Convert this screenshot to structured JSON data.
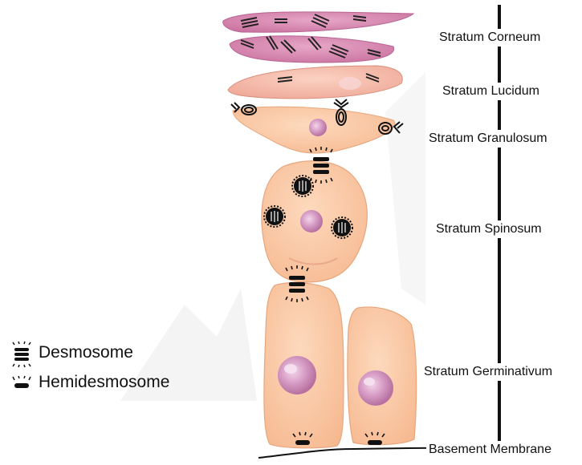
{
  "layers": {
    "corneum": "Stratum Corneum",
    "lucidum": "Stratum Lucidum",
    "granulosum": "Stratum Granulosum",
    "spinosum": "Stratum Spinosum",
    "germinativum": "Stratum Germinativum",
    "basement": "Basement Membrane"
  },
  "legend": {
    "desmosome": "Desmosome",
    "hemidesmosome": "Hemidesmosome"
  },
  "colors": {
    "cell_fill": "#fbc8a3",
    "cell_stroke": "#e6a77e",
    "corneum_fill": "#d98ab0",
    "lucidum_fill": "#f6b9ad",
    "nucleus": "#c98ab8",
    "ink": "#111111"
  }
}
